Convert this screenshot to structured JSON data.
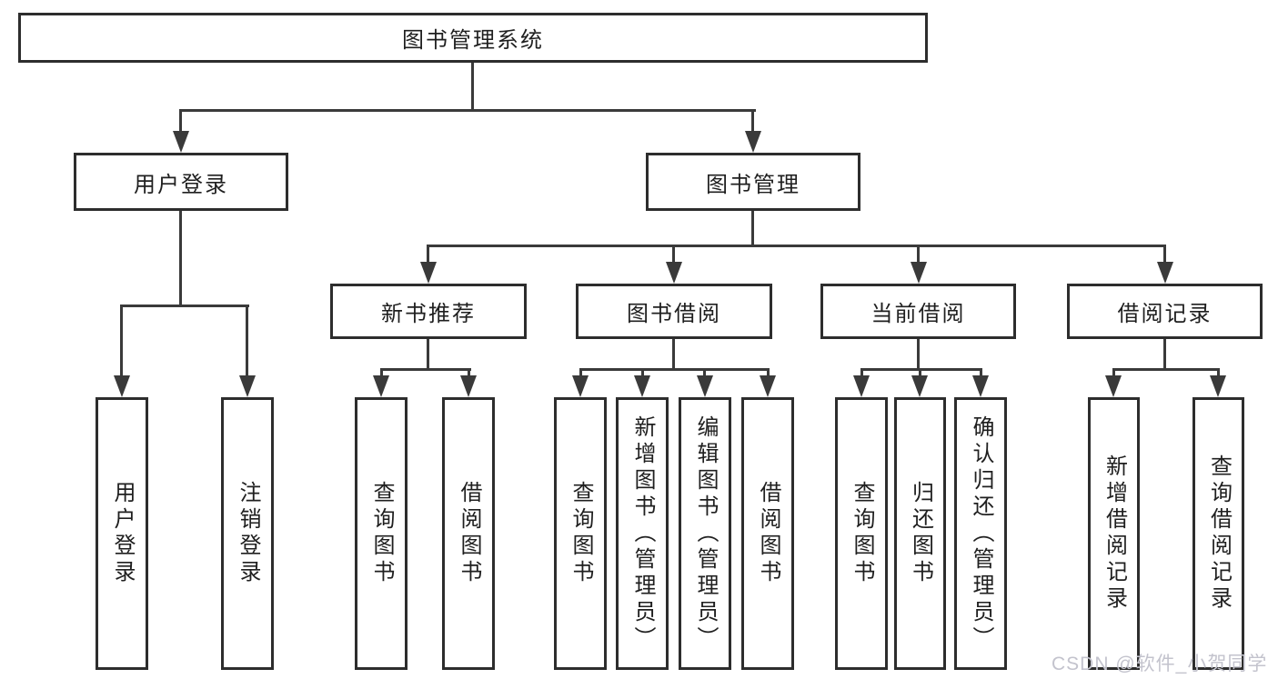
{
  "tree": {
    "root": {
      "label": "图书管理系统"
    },
    "level2": [
      {
        "label": "用户登录"
      },
      {
        "label": "图书管理"
      }
    ],
    "level3": [
      {
        "label": "新书推荐"
      },
      {
        "label": "图书借阅"
      },
      {
        "label": "当前借阅"
      },
      {
        "label": "借阅记录"
      }
    ],
    "leaves": {
      "user_login": [
        "用户登录",
        "注销登录"
      ],
      "new_book": [
        "查询图书",
        "借阅图书"
      ],
      "book_borrow": [
        "查询图书",
        "新增图书（管理员）",
        "编辑图书（管理员）",
        "借阅图书"
      ],
      "current_borrow": [
        "查询图书",
        "归还图书",
        "确认归还（管理员）"
      ],
      "borrow_records": [
        "新增借阅记录",
        "查询借阅记录"
      ]
    }
  },
  "watermark": {
    "text": "CSDN @软件_小贺同学"
  },
  "colors": {
    "background": "#ffffff",
    "line": "#3a3a3a",
    "box_border": "#2d2d2d",
    "text": "#1f1f1f",
    "watermark": "#c3c3cd"
  }
}
